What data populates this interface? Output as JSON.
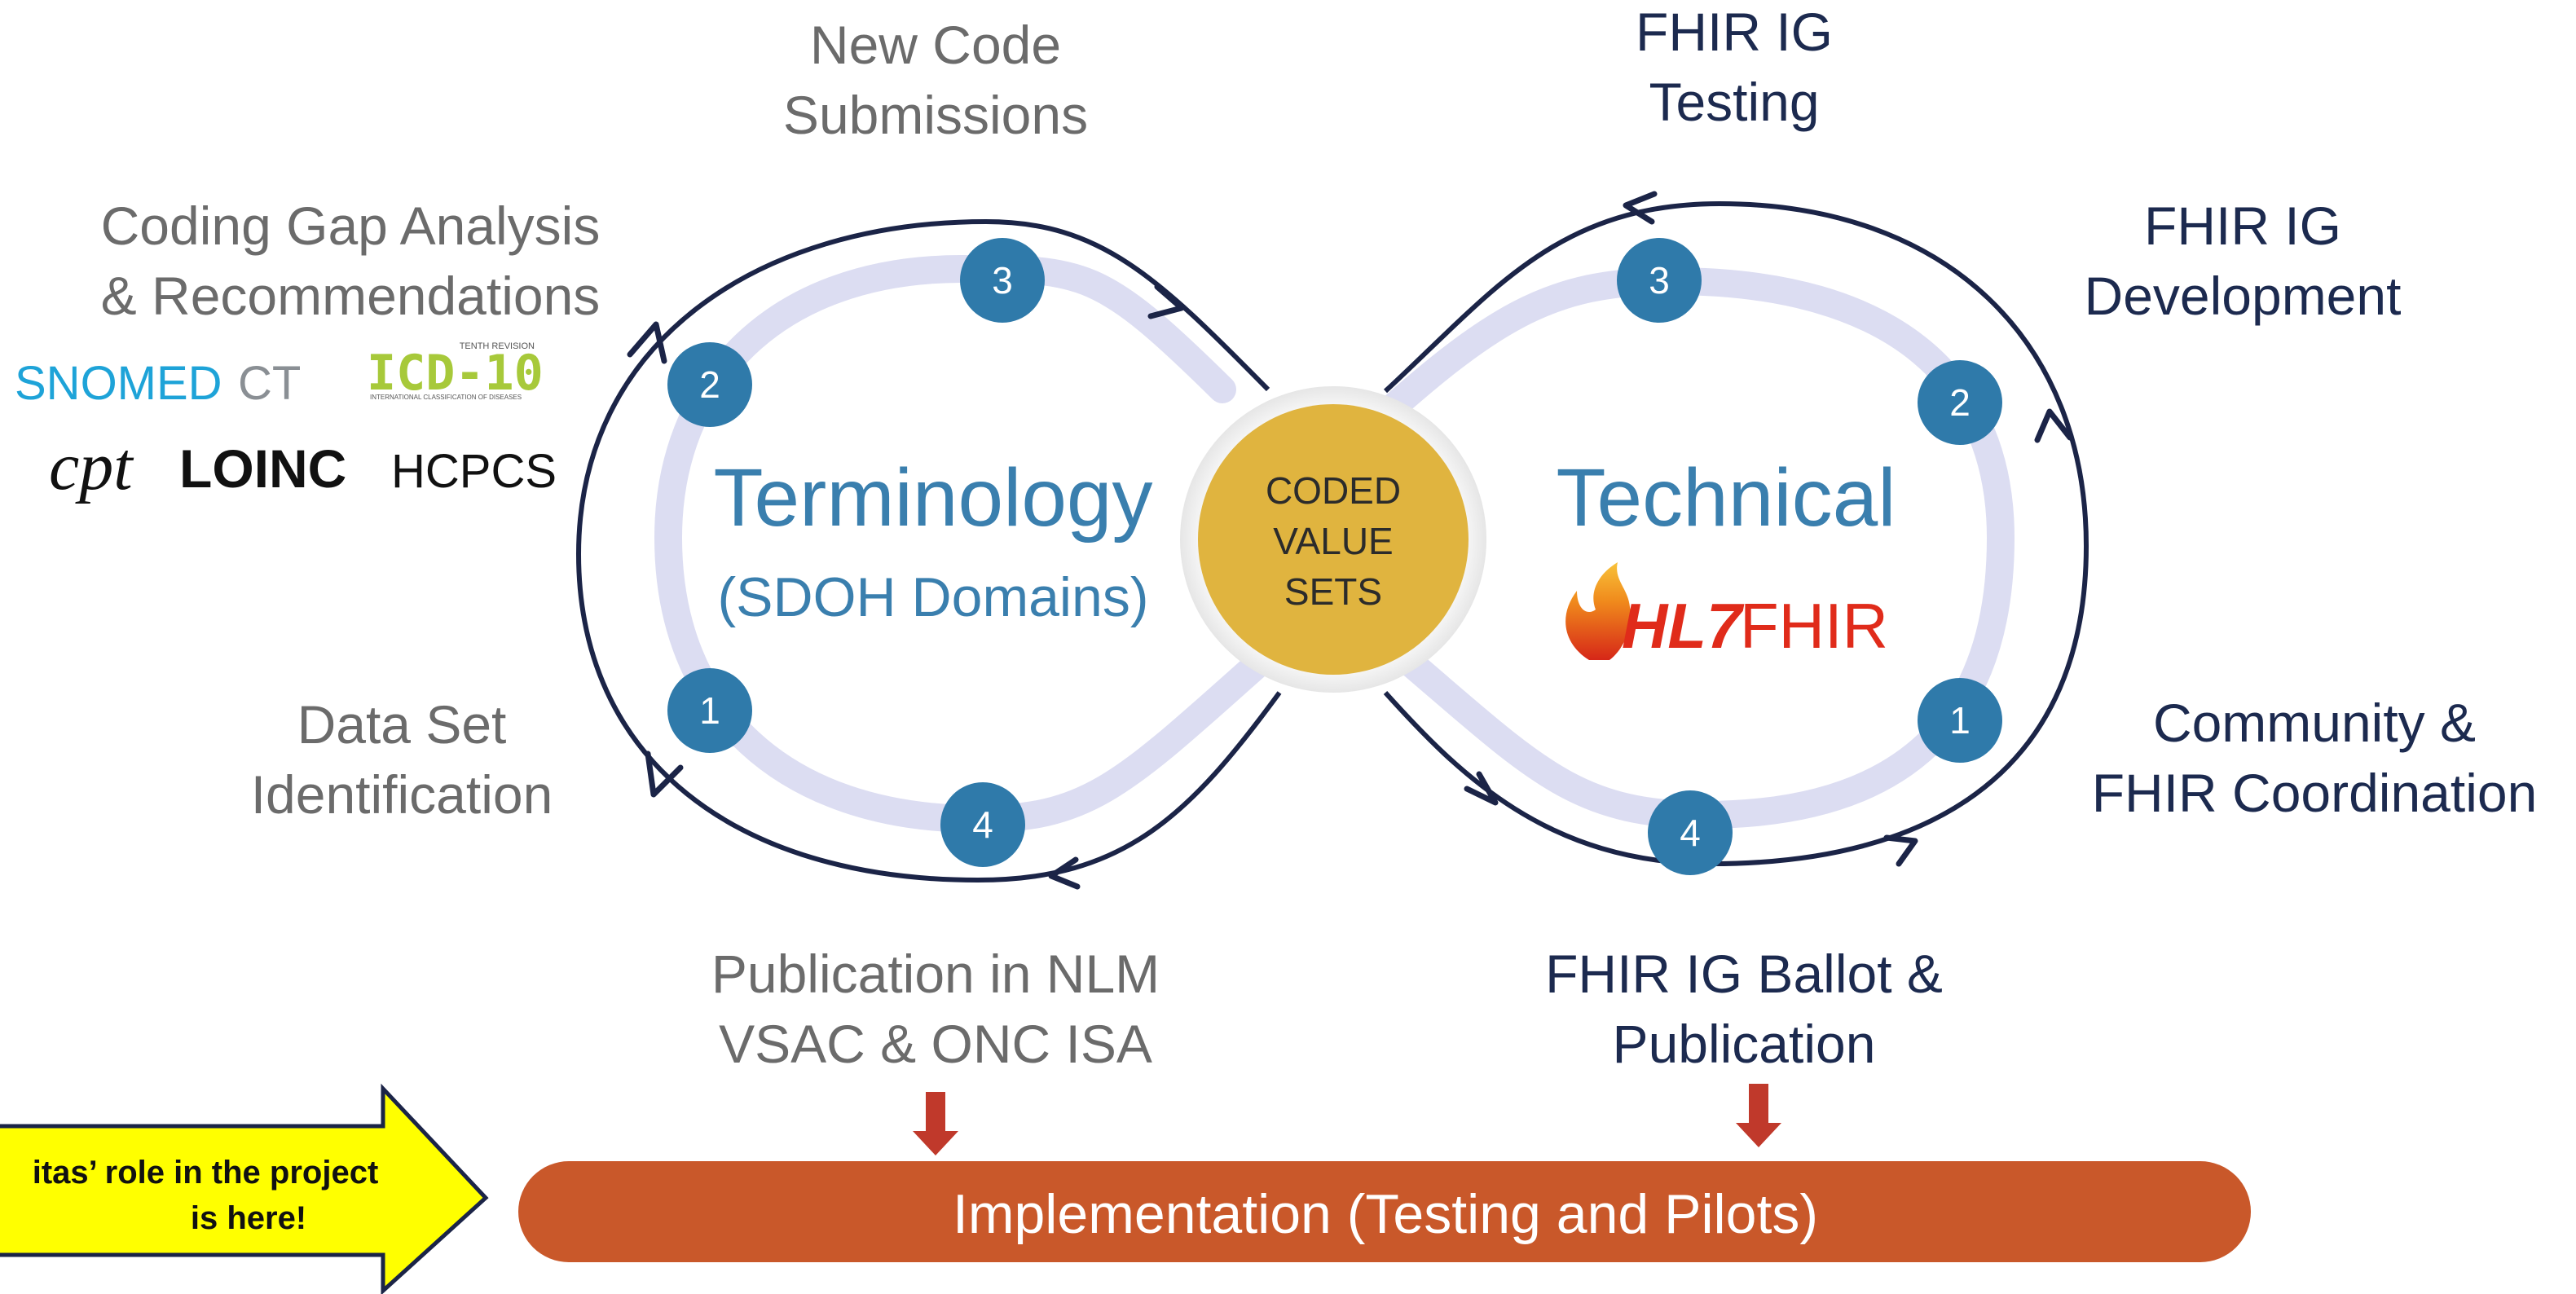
{
  "left_loop": {
    "title": "Terminology",
    "subtitle": "(SDOH Domains)",
    "steps": [
      {
        "num": "1",
        "label_lines": [
          "Data Set",
          "Identification"
        ]
      },
      {
        "num": "2",
        "label_lines": [
          "Coding Gap Analysis",
          "& Recommendations"
        ]
      },
      {
        "num": "3",
        "label_lines": [
          "New Code",
          "Submissions"
        ]
      },
      {
        "num": "4",
        "label_lines": [
          "Publication in NLM",
          "VSAC & ONC ISA"
        ]
      }
    ],
    "code_systems": {
      "snomed": {
        "part1": "SNOMED",
        "part2": "CT"
      },
      "icd": {
        "text": "ICD-10",
        "caption": "INTERNATIONAL CLASSIFICATION OF DISEASES",
        "top": "TENTH REVISION"
      },
      "cpt": "cpt",
      "loinc": "LOINC",
      "hcpcs": "HCPCS"
    }
  },
  "core": {
    "lines": [
      "CODED",
      "VALUE",
      "SETS"
    ]
  },
  "right_loop": {
    "title": "Technical",
    "logo": {
      "hl7": "HL7",
      "fhir": "FHIR"
    },
    "steps": [
      {
        "num": "1",
        "label_lines": [
          "Community &",
          "FHIR Coordination"
        ]
      },
      {
        "num": "2",
        "label_lines": [
          "FHIR IG",
          "Development"
        ]
      },
      {
        "num": "3",
        "label_lines": [
          "FHIR IG",
          "Testing"
        ]
      },
      {
        "num": "4",
        "label_lines": [
          "FHIR IG Ballot &",
          "Publication"
        ]
      }
    ]
  },
  "implementation_bar": "Implementation (Testing and Pilots)",
  "callout": {
    "lines": [
      "itas’ role in the project",
      "is here!"
    ]
  },
  "colors": {
    "loop_outline": "#1b2447",
    "loop_track": "#dcddf2",
    "badge": "#2f7aaa",
    "core_fill": "#e0b43f",
    "implementation_bar": "#c9582a",
    "down_arrow": "#c0392b",
    "callout_fill": "#ffff00",
    "text_gray": "#6b6b6b",
    "text_navy": "#1c2a4f",
    "text_blue": "#3a7fae"
  }
}
